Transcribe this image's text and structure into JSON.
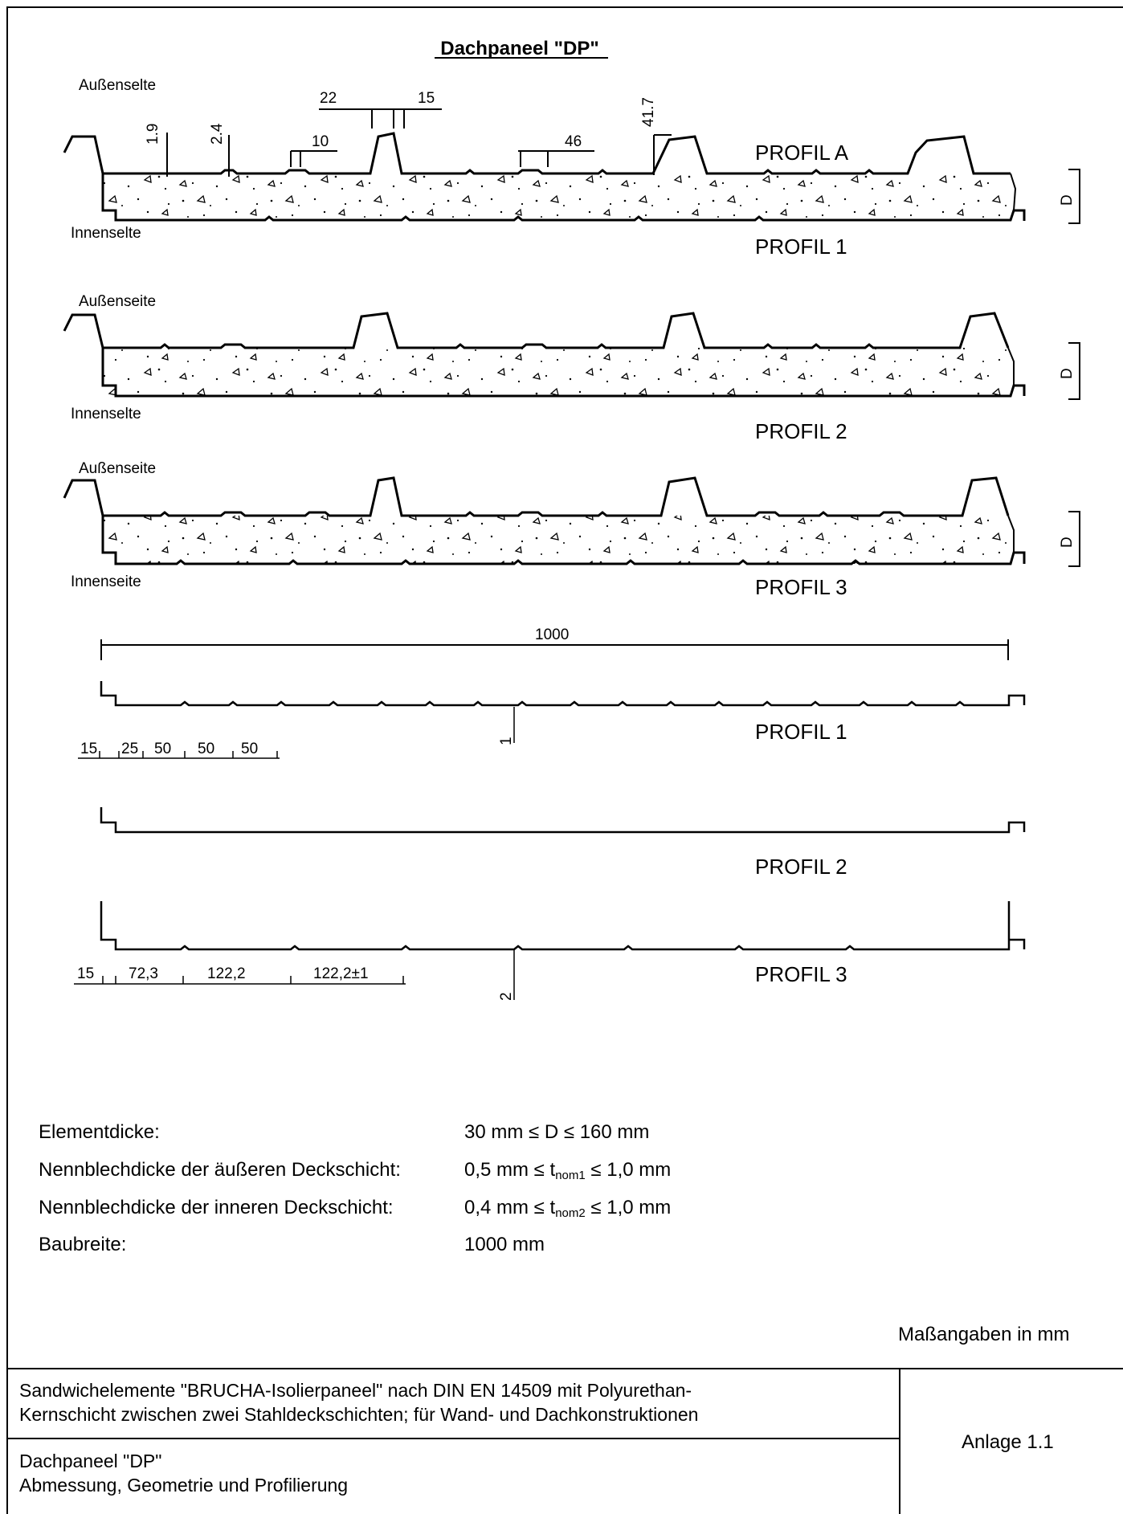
{
  "drawing": {
    "title": "Dachpaneel \"DP\"",
    "labels": {
      "aussen_1": "Außenselte",
      "innen_1": "Innenselte",
      "aussen_2": "Außenseite",
      "innen_2": "Innenselte",
      "aussen_3": "Außenseite",
      "innen_3": "Innenseite"
    },
    "profiles": {
      "a": "PROFIL A",
      "p1_top": "PROFIL 1",
      "p2_top": "PROFIL 2",
      "p3_top": "PROFIL 3",
      "p1_bottom": "PROFIL 1",
      "p2_bottom": "PROFIL 2",
      "p3_bottom": "PROFIL 3"
    },
    "dimensions": {
      "d1": "1.9",
      "d2": "2.4",
      "d3": "22",
      "d4": "15",
      "d5": "10",
      "d6": "41.7",
      "d7": "46",
      "thickness": "D",
      "width": "1000",
      "p1_depth": "1",
      "p1_s1": "15",
      "p1_s2": "25",
      "p1_s3": "50",
      "p1_s4": "50",
      "p1_s5": "50",
      "p3_depth": "2",
      "p3_s1": "15",
      "p3_s2": "72,3",
      "p3_s3": "122,2",
      "p3_s4": "122,2±1"
    }
  },
  "specs": {
    "elementdicke_label": "Elementdicke:",
    "elementdicke_value": "30 mm ≤ D ≤ 160 mm",
    "aussen_label": "Nennblechdicke der äußeren Deckschicht:",
    "aussen_value_pre": "0,5 mm ≤ t",
    "aussen_value_sub": "nom1",
    "aussen_value_post": " ≤ 1,0 mm",
    "innen_label": "Nennblechdicke der inneren Deckschicht:",
    "innen_value_pre": "0,4 mm ≤ t",
    "innen_value_sub": "nom2",
    "innen_value_post": " ≤ 1,0 mm",
    "baubreite_label": "Baubreite:",
    "baubreite_value": "1000 mm",
    "units_note": "Maßangaben in mm"
  },
  "title_block": {
    "line1": "Sandwichelemente \"BRUCHA-Isolierpaneel\" nach DIN EN 14509 mit Polyurethan-",
    "line2": "Kernschicht zwischen zwei Stahldeckschichten; für Wand- und Dachkonstruktionen",
    "line3": "Dachpaneel \"DP\"",
    "line4": "Abmessung, Geometrie und Profilierung",
    "annex": "Anlage 1.1"
  }
}
